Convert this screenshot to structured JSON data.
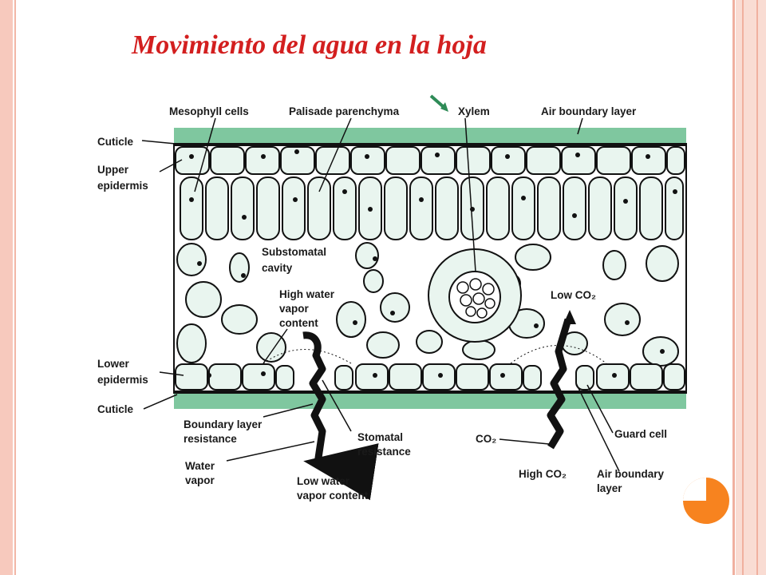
{
  "title": "Movimiento del agua en la hoja",
  "labels": {
    "mesophyll_cells": "Mesophyll cells",
    "palisade_parenchyma": "Palisade parenchyma",
    "xylem": "Xylem",
    "air_boundary_layer_top": "Air boundary layer",
    "cuticle_top": "Cuticle",
    "upper_epidermis_1": "Upper",
    "upper_epidermis_2": "epidermis",
    "substomatal_1": "Substomatal",
    "substomatal_2": "cavity",
    "high_water_1": "High water",
    "high_water_2": "vapor",
    "high_water_3": "content",
    "low_co2": "Low CO₂",
    "lower_epidermis_1": "Lower",
    "lower_epidermis_2": "epidermis",
    "cuticle_bottom": "Cuticle",
    "boundary_resistance_1": "Boundary layer",
    "boundary_resistance_2": "resistance",
    "stomatal_resistance_1": "Stomatal",
    "stomatal_resistance_2": "resistance",
    "water_vapor_1": "Water",
    "water_vapor_2": "vapor",
    "low_water_1": "Low water",
    "low_water_2": "vapor content",
    "co2": "CO₂",
    "high_co2": "High CO₂",
    "guard_cell": "Guard cell",
    "air_boundary_bottom_1": "Air boundary",
    "air_boundary_bottom_2": "layer"
  },
  "colors": {
    "title": "#d31f1f",
    "cell_fill": "#e9f5ef",
    "boundary_layer": "#7fc79f",
    "accent_orange": "#f7831f"
  }
}
